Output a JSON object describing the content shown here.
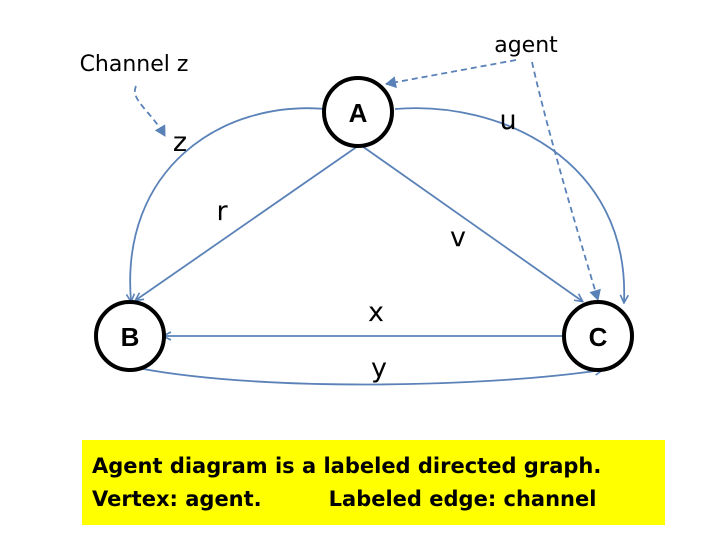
{
  "vertices": {
    "a": "A",
    "b": "B",
    "c": "C"
  },
  "edge_labels": {
    "z": "z",
    "r": "r",
    "u": "u",
    "v": "v",
    "x": "x",
    "y": "y"
  },
  "annotations": {
    "channel_z": "Channel z",
    "agent": "agent"
  },
  "caption": {
    "line1": "Agent diagram is a labeled directed graph.",
    "line2_part1": "Vertex: agent.",
    "line2_part2": "Labeled edge: channel"
  },
  "colors": {
    "edge": "#5a82b8",
    "dashed": "#5a82b8",
    "caption_bg": "#ffff00",
    "node_border": "#000000"
  }
}
